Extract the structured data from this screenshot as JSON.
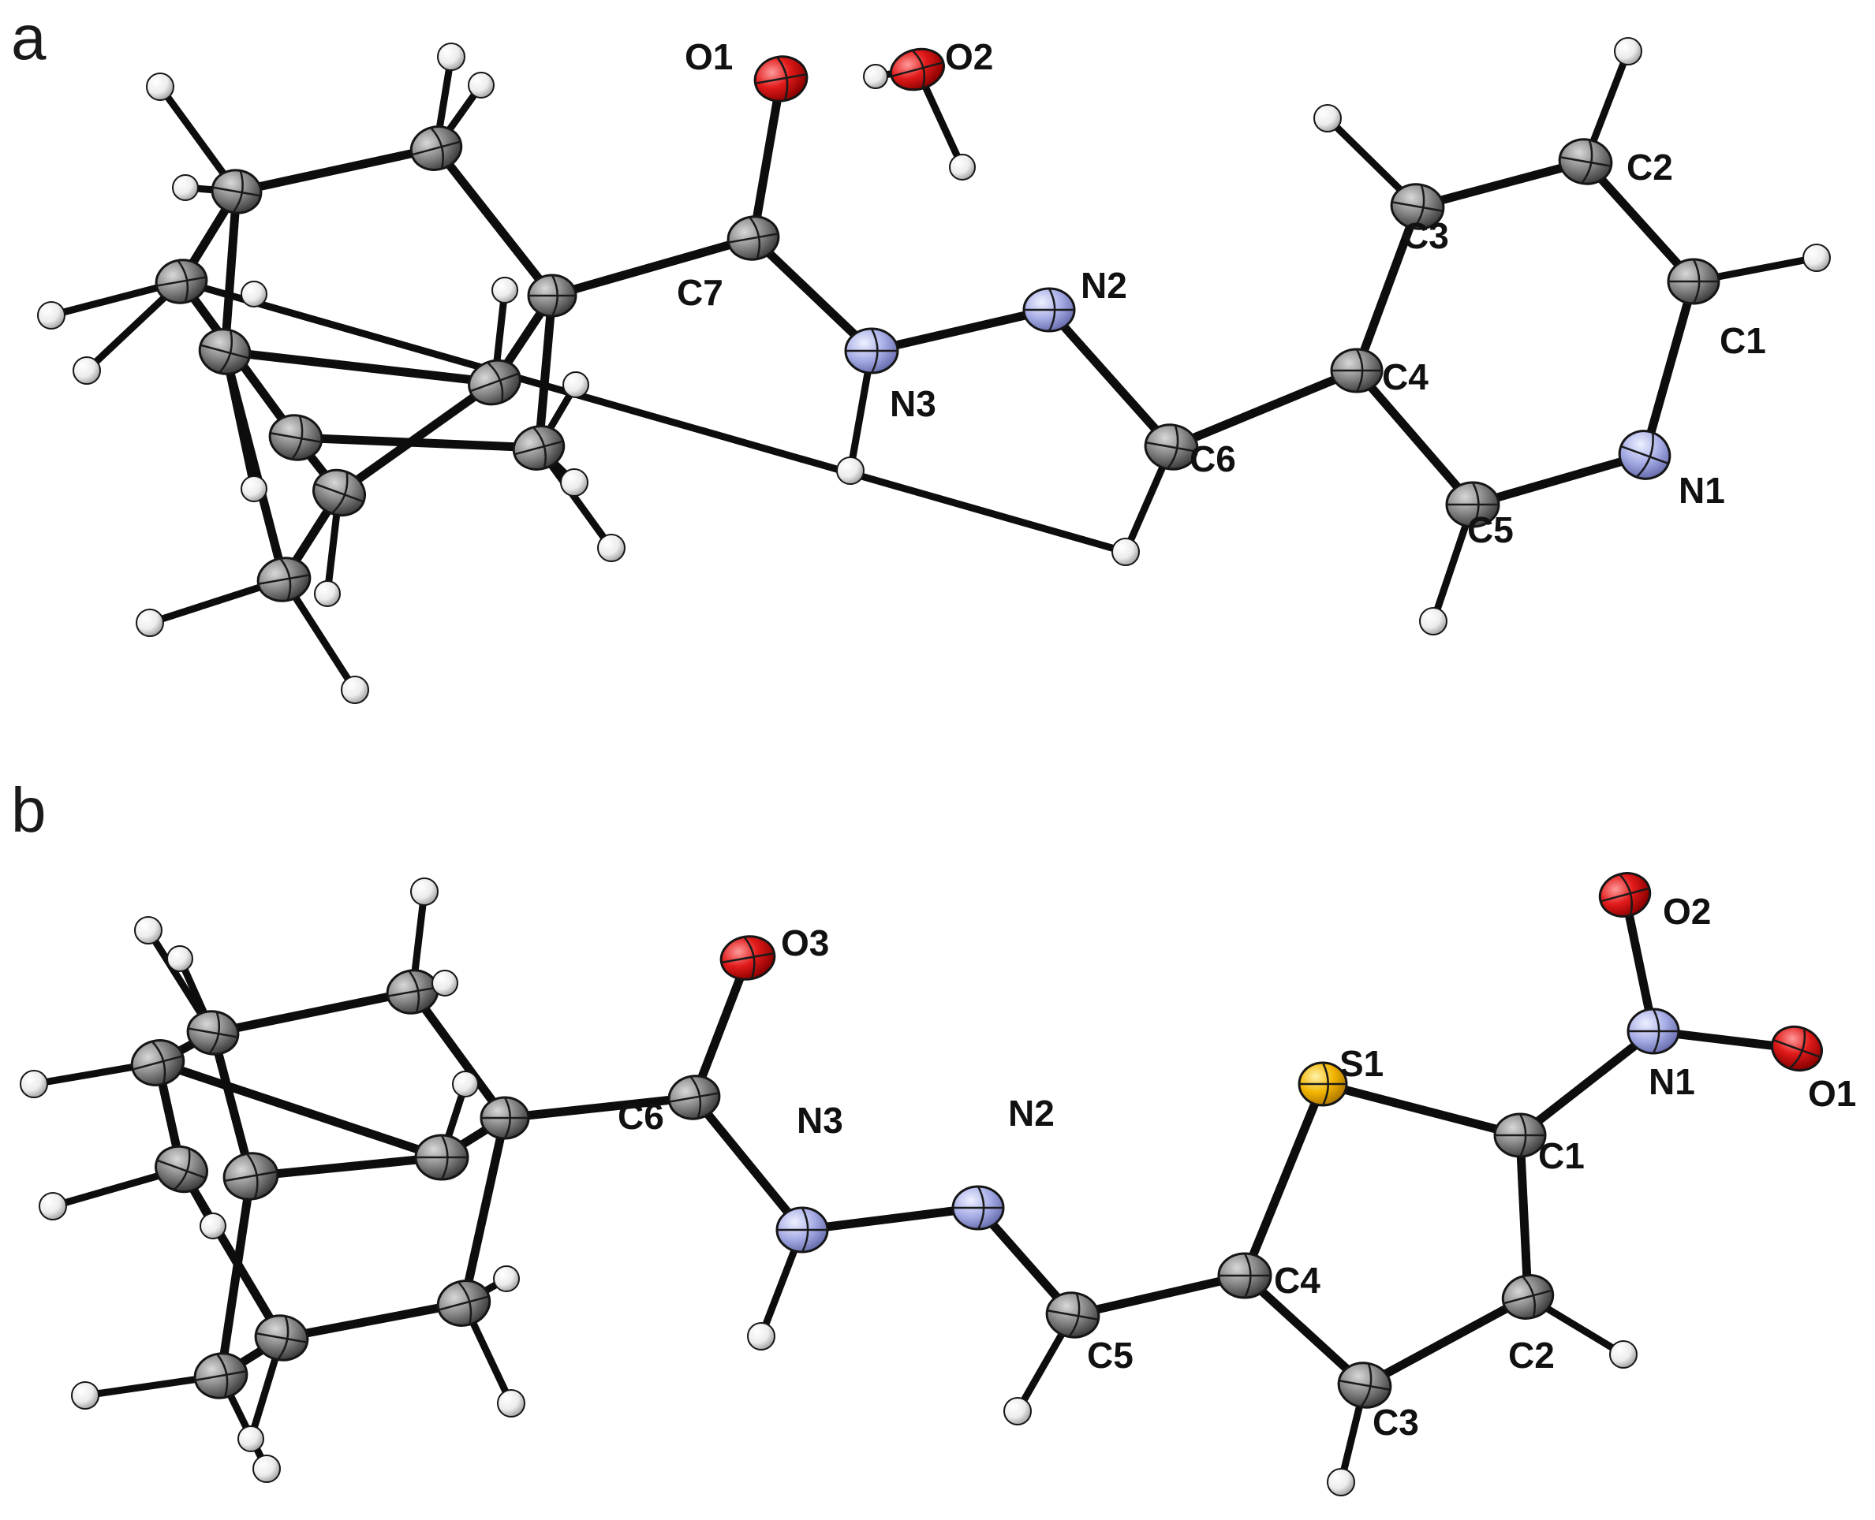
{
  "colors": {
    "carbon": "#7a7a7a",
    "nitrogen": "#a8aee6",
    "oxygen": "#e11a1a",
    "sulfur": "#f2b400",
    "hydrogen": "#ececec",
    "bond": "#0d0d0d"
  },
  "panels": [
    {
      "letter": "a",
      "labels": [
        "O1",
        "O2",
        "C7",
        "N2",
        "N3",
        "C6",
        "C4",
        "C3",
        "C2",
        "C1",
        "N1",
        "C5"
      ]
    },
    {
      "letter": "b",
      "labels": [
        "O3",
        "C6",
        "N3",
        "N2",
        "C5",
        "C4",
        "S1",
        "C1",
        "N1",
        "O2",
        "O1",
        "C2",
        "C3"
      ]
    }
  ]
}
